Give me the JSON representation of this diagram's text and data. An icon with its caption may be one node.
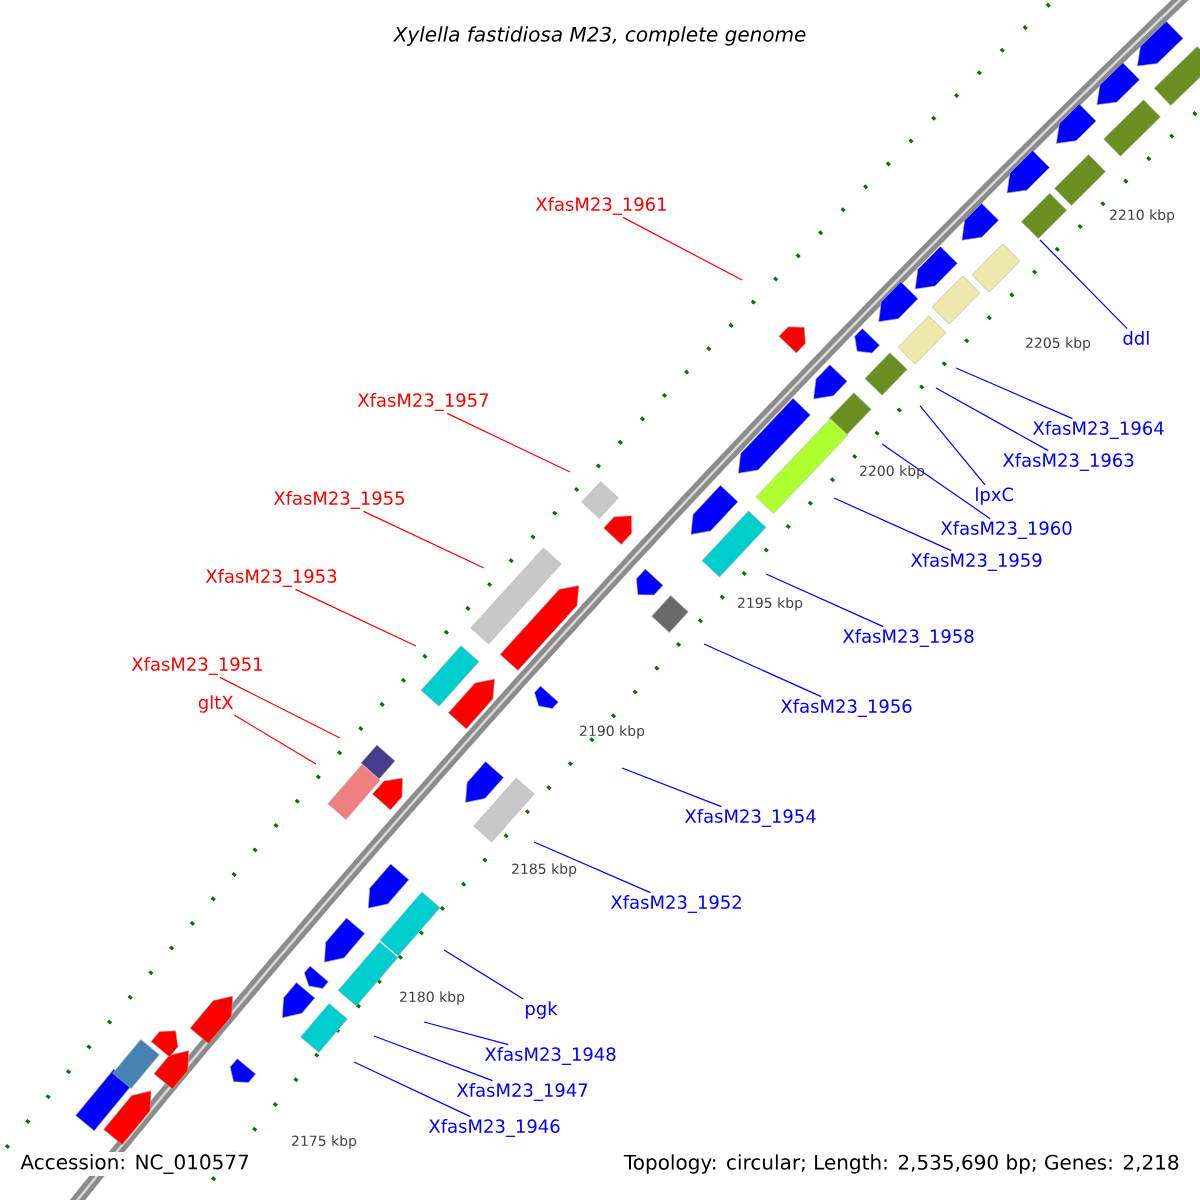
{
  "diagram": {
    "title": "Xylella fastidiosa M23, complete genome",
    "nodes": [
      {
        "text": [
          "XfasM23_1961"
        ]
      },
      {
        "text": [
          "ddl"
        ]
      },
      {
        "text": [
          "XfasM23_1957"
        ]
      },
      {
        "text": [
          "XfasM23_1964"
        ]
      },
      {
        "text": [
          "XfasM23_1963"
        ]
      },
      {
        "text": [
          "lpxC"
        ]
      },
      {
        "text": [
          "XfasM23_1955"
        ]
      },
      {
        "text": [
          "XfasM23_1960"
        ]
      },
      {
        "text": [
          "XfasM23_1959"
        ]
      },
      {
        "text": [
          "XfasM23_1953"
        ]
      },
      {
        "text": [
          "XfasM23_1958"
        ]
      },
      {
        "text": [
          "XfasM23_1951"
        ]
      },
      {
        "text": [
          "gltX"
        ]
      },
      {
        "text": [
          "XfasM23_1956"
        ]
      },
      {
        "text": [
          "XfasM23_1954"
        ]
      },
      {
        "text": [
          "XfasM23_1952"
        ]
      },
      {
        "text": [
          "pgk"
        ]
      },
      {
        "text": [
          "XfasM23_1948"
        ]
      },
      {
        "text": [
          "XfasM23_1947"
        ]
      },
      {
        "text": [
          "XfasM23_1946"
        ]
      }
    ],
    "edges": [
      {
        "from": 0,
        "to": null,
        "arrow": "none",
        "color": "#ff0000"
      },
      {
        "from": 1,
        "to": null,
        "arrow": "none"
      },
      {
        "from": 2,
        "to": null,
        "arrow": "none",
        "color": "#ff0000"
      },
      {
        "from": 3,
        "to": null,
        "arrow": "none"
      },
      {
        "from": 4,
        "to": null,
        "arrow": "none"
      },
      {
        "from": 5,
        "to": null,
        "arrow": "none"
      },
      {
        "from": 6,
        "to": null,
        "arrow": "none",
        "color": "#ff0000"
      },
      {
        "from": 7,
        "to": null,
        "arrow": "none"
      },
      {
        "from": 8,
        "to": null,
        "arrow": "none"
      },
      {
        "from": 9,
        "to": null,
        "arrow": "none",
        "color": "#ff0000"
      },
      {
        "from": 10,
        "to": null,
        "arrow": "none"
      },
      {
        "from": 11,
        "to": null,
        "arrow": "none",
        "color": "#ff0000"
      },
      {
        "from": 12,
        "to": null,
        "arrow": "none",
        "color": "#ff0000"
      },
      {
        "from": 13,
        "to": null,
        "arrow": "none"
      },
      {
        "from": 14,
        "to": null,
        "arrow": "none"
      },
      {
        "from": 15,
        "to": null,
        "arrow": "none"
      },
      {
        "from": 16,
        "to": null,
        "arrow": "none"
      },
      {
        "from": 17,
        "to": null,
        "arrow": "none"
      },
      {
        "from": 18,
        "to": null,
        "arrow": "none"
      },
      {
        "from": 19,
        "to": null,
        "arrow": "none"
      }
    ],
    "labels": [
      "2210 kbp",
      "2205 kbp",
      "2200 kbp",
      "2195 kbp",
      "2190 kbp",
      "2185 kbp",
      "2180 kbp",
      "2175 kbp",
      "Accession: NC_010577",
      "Topology: circular; Length: 2,535,690 bp; Genes: 2,218"
    ]
  }
}
